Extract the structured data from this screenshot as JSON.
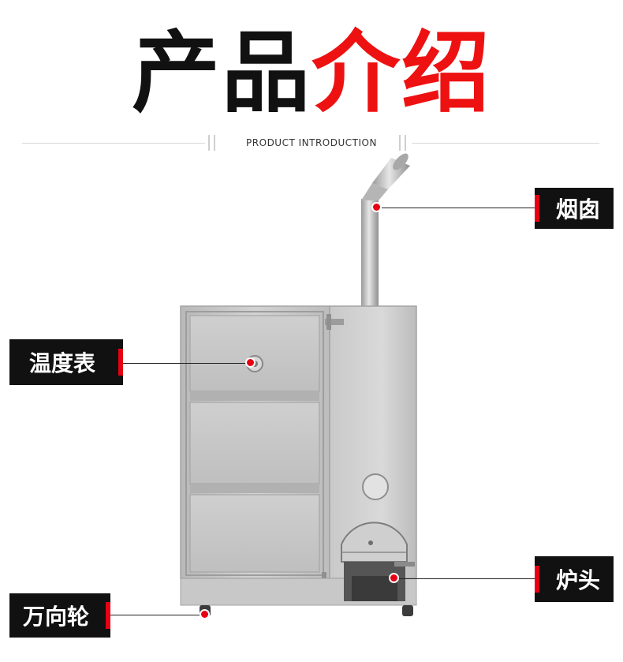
{
  "header": {
    "title_part1": "产品",
    "title_part2": "介绍",
    "subtitle": "PRODUCT INTRODUCTION"
  },
  "callouts": {
    "chimney": "烟囱",
    "thermometer": "温度表",
    "burner": "炉头",
    "caster": "万向轮"
  },
  "colors": {
    "title_black": "#111111",
    "title_red": "#ee1111",
    "label_background": "#111111",
    "label_text": "#ffffff",
    "accent_red": "#e60012",
    "steel": "#c4c4c4"
  }
}
